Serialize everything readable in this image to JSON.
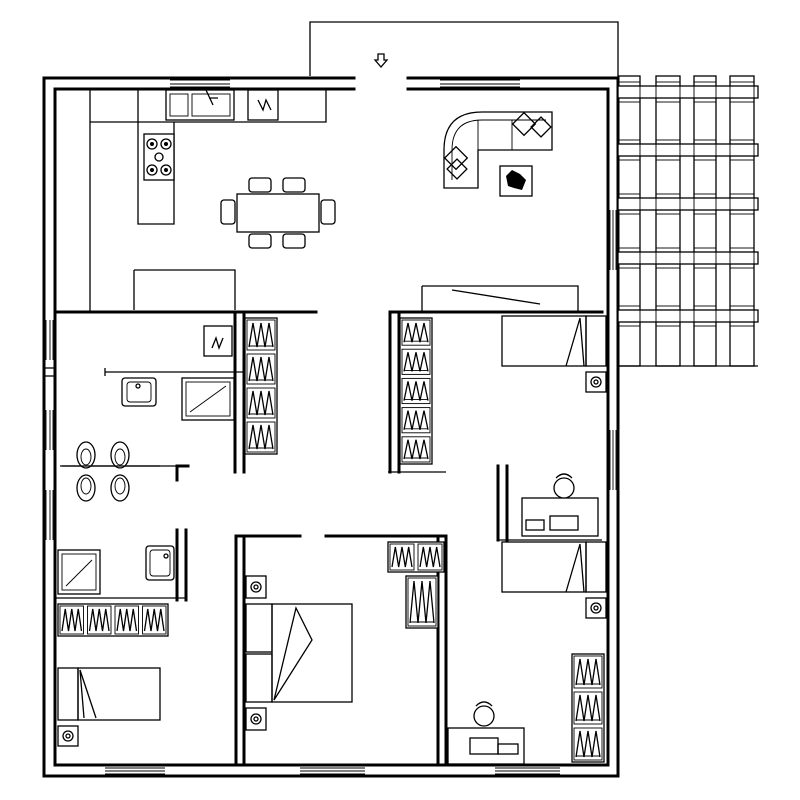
{
  "plan": {
    "entrance_icon": "down-arrow-icon",
    "rooms": [
      "kitchen",
      "dining",
      "living",
      "bathroom",
      "laundry",
      "bedroom-1",
      "bedroom-2",
      "bedroom-3",
      "bedroom-4",
      "terrace"
    ],
    "colors": {
      "line": "#000000",
      "background": "#ffffff"
    }
  }
}
